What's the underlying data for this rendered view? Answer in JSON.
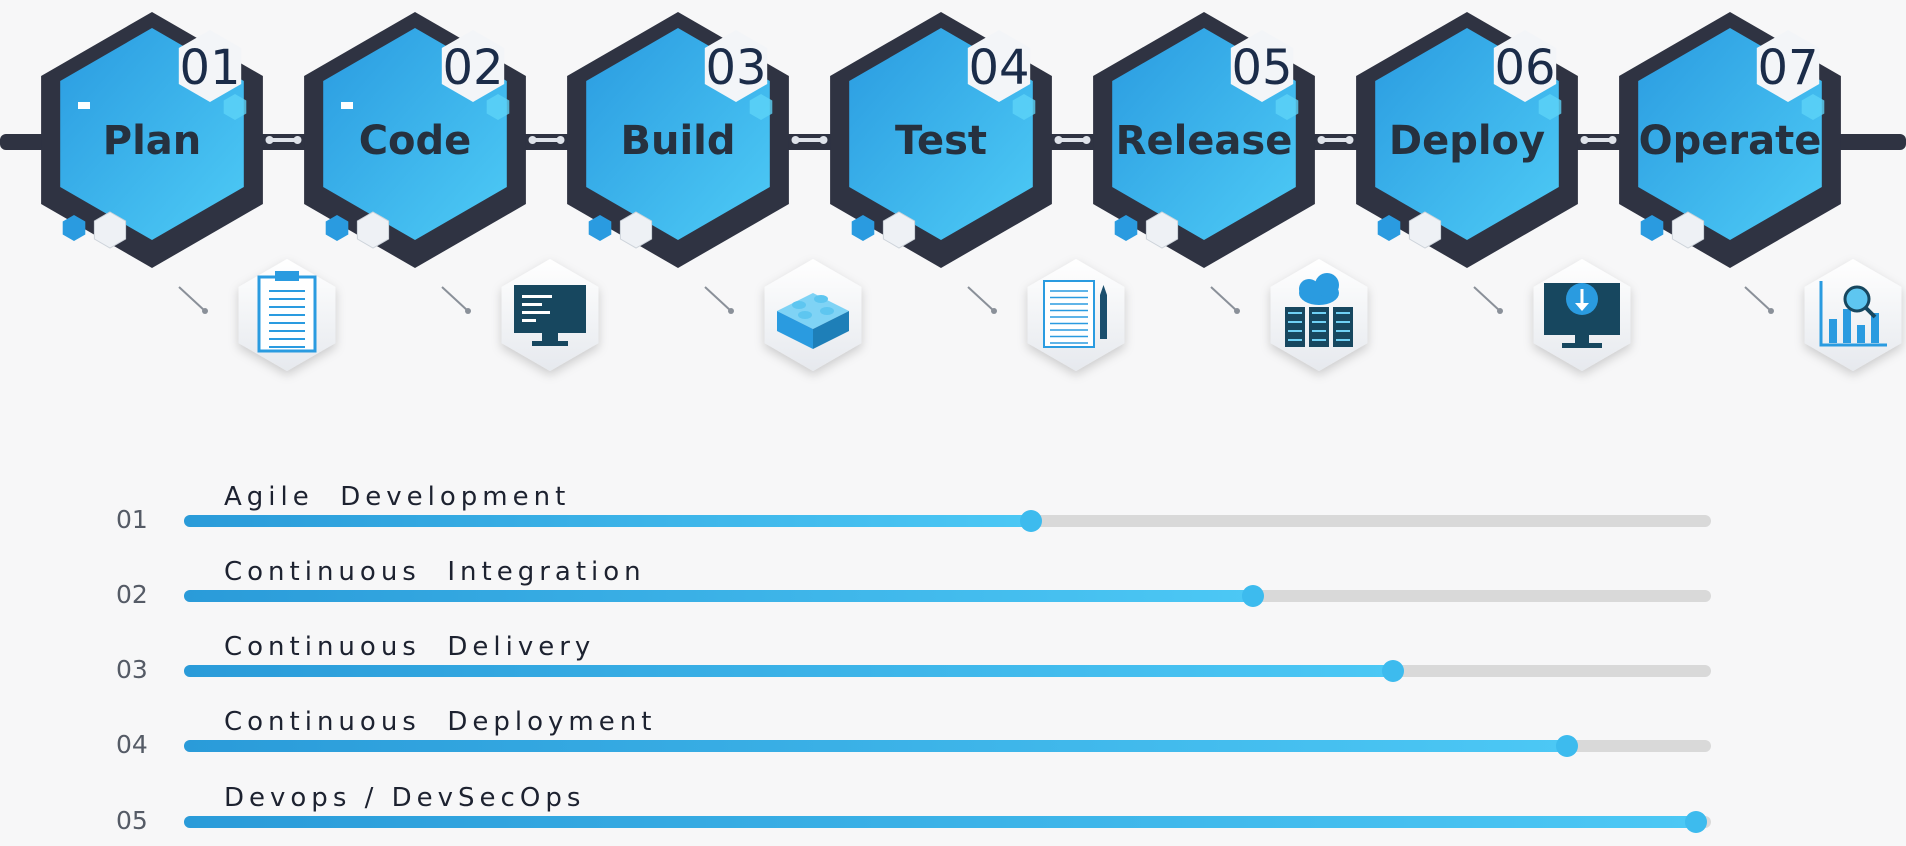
{
  "stages": [
    {
      "num": "01",
      "label": "Plan",
      "icon": "clipboard-icon"
    },
    {
      "num": "02",
      "label": "Code",
      "icon": "monitor-code-icon"
    },
    {
      "num": "03",
      "label": "Build",
      "icon": "building-block-icon"
    },
    {
      "num": "04",
      "label": "Test",
      "icon": "document-pencil-icon"
    },
    {
      "num": "05",
      "label": "Release",
      "icon": "cloud-server-icon"
    },
    {
      "num": "06",
      "label": "Deploy",
      "icon": "monitor-download-icon"
    },
    {
      "num": "07",
      "label": "Operate",
      "icon": "chart-magnifier-icon"
    }
  ],
  "progress": [
    {
      "num": "01",
      "label": "Agile  Development",
      "fraction": 0.555
    },
    {
      "num": "02",
      "label": "Continuous  Integration",
      "fraction": 0.7
    },
    {
      "num": "03",
      "label": "Continuous  Delivery",
      "fraction": 0.792
    },
    {
      "num": "04",
      "label": "Continuous  Deployment",
      "fraction": 0.906
    },
    {
      "num": "05",
      "label": "Devops / DevSecOps",
      "fraction": 0.99
    }
  ],
  "colors": {
    "hex_fill_start": "#2a9be0",
    "hex_fill_end": "#4ecbf6",
    "hex_frame": "#2f3342",
    "bar_fill": "#3dbbee",
    "bar_track": "#d9d9d9"
  }
}
